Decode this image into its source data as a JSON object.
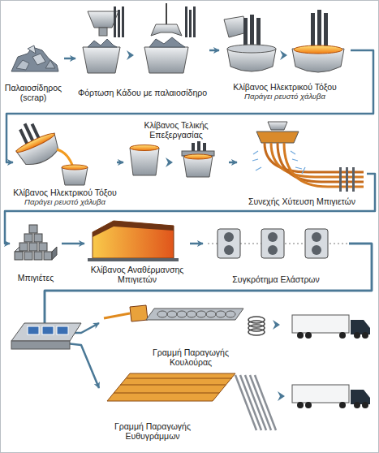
{
  "diagram": {
    "nodes": [
      {
        "text": [
          "Παλαιοσίδηρος (scrap)"
        ]
      },
      {
        "text": [
          "Φόρτωση Κάδου με παλαιοσίδηρο"
        ]
      },
      {
        "text": [
          "Κλίβανος Ηλεκτρικού Τόξου",
          "Παράγει ρευστό χάλυβα"
        ]
      },
      {
        "text": [
          "Κλίβανος Ηλεκτρικού Τόξου",
          "Παράγει ρευστό χάλυβα"
        ]
      },
      {
        "text": [
          "Κλίβανος Τελικής Επεξεργασίας"
        ]
      },
      {
        "text": [
          "Συνεχής Χύτευση Μπιγιετών"
        ]
      },
      {
        "text": [
          "Μπιγιέτες"
        ]
      },
      {
        "text": [
          "Κλίβανος Αναθέρμανσης Μπιγιετών"
        ]
      },
      {
        "text": [
          "Συγκρότημα Ελάστρων"
        ]
      },
      {
        "text": [
          "Γραμμή Παραγωγής Κουλούρας"
        ]
      },
      {
        "text": [
          "Γραμμή Παραγωγής Ευθυγράμμων"
        ]
      }
    ],
    "edges": [
      {
        "from": 0,
        "to": 1,
        "arrow": "to"
      },
      {
        "from": 1,
        "to": 2,
        "arrow": "to"
      },
      {
        "from": 2,
        "to": 3,
        "arrow": "to"
      },
      {
        "from": 3,
        "to": 4,
        "arrow": "to"
      },
      {
        "from": 4,
        "to": 5,
        "arrow": "to"
      },
      {
        "from": 5,
        "to": 6,
        "arrow": "to"
      },
      {
        "from": 6,
        "to": 7,
        "arrow": "to"
      },
      {
        "from": 7,
        "to": 8,
        "arrow": "to"
      },
      {
        "from": 8,
        "to": 9,
        "arrow": "to"
      },
      {
        "from": 8,
        "to": 10,
        "arrow": "to"
      }
    ]
  }
}
